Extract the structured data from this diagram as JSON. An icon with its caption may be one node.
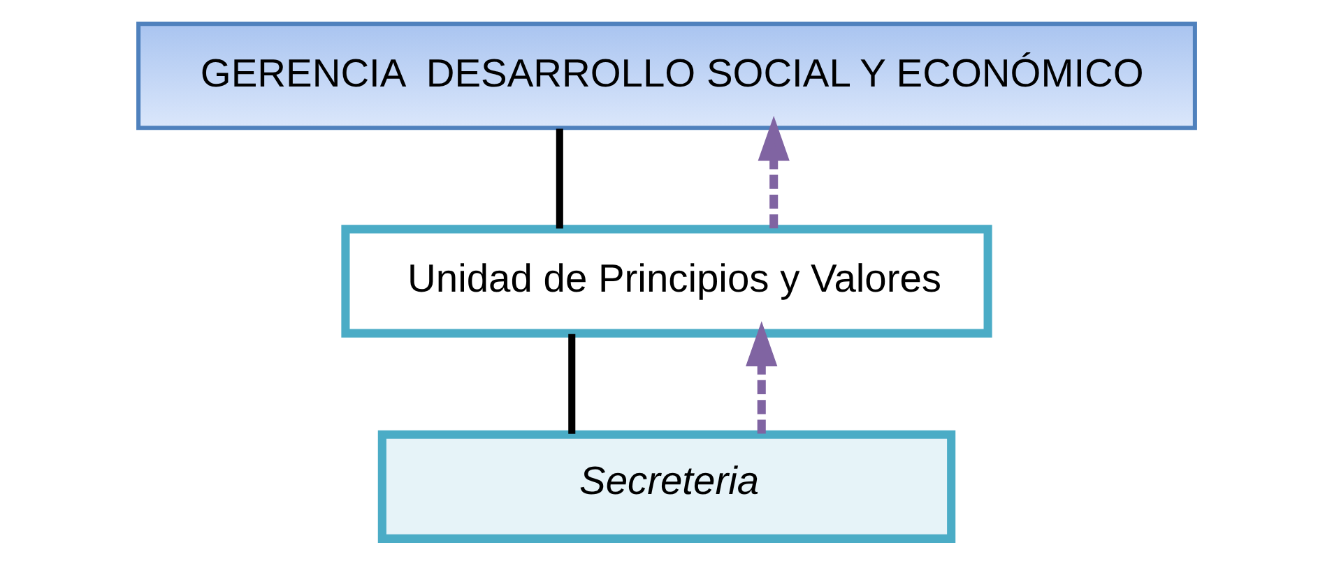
{
  "diagram": {
    "nodes": [
      {
        "text": [
          "GERENCIA  DESARROLLO SOCIAL Y ECONÓMICO"
        ]
      },
      {
        "text": [
          "Unidad de Principios y Valores"
        ]
      },
      {
        "text": [
          "Secreteria"
        ]
      }
    ],
    "edges": [
      {
        "from": 0,
        "to": 1,
        "arrow": "none"
      },
      {
        "from": 1,
        "to": 2,
        "arrow": "none"
      },
      {
        "from": 1,
        "to": 0,
        "arrow": "to",
        "style": "dashed",
        "color": "#8064a2"
      },
      {
        "from": 2,
        "to": 1,
        "arrow": "to",
        "style": "dashed",
        "color": "#8064a2"
      }
    ]
  }
}
